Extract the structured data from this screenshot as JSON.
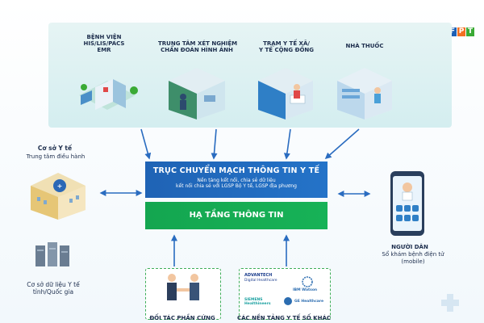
{
  "logo": {
    "letters": [
      "F",
      "P",
      "T"
    ],
    "colors": [
      "#1d5fb4",
      "#f36f21",
      "#3aaa35"
    ]
  },
  "top_nodes": [
    {
      "label": "BỆNH VIỆN\nHIS/LIS/PACS\nEMR"
    },
    {
      "label": "TRUNG TÂM XÉT NGHIỆM\nCHẨN ĐOÁN HÌNH ẢNH"
    },
    {
      "label": "TRẠM Y TẾ XÃ/\nY TẾ CỘNG ĐỒNG"
    },
    {
      "label": "NHÀ THUỐC"
    }
  ],
  "center": {
    "title": "TRỤC CHUYỂN MẠCH THÔNG TIN Y TẾ",
    "line1": "Nền tảng kết nối, chia sẻ dữ liệu",
    "line2": "kết nối chia sẻ với LGSP Bộ Y tế, LGSP địa phương",
    "infra": "HẠ TẦNG THÔNG TIN"
  },
  "left_top": {
    "title": "Cơ sở Y tế",
    "subtitle": "Trung tâm điều hành"
  },
  "left_bottom": {
    "label": "Cơ sở dữ liệu Y tế\ntỉnh/Quốc gia"
  },
  "right": {
    "title": "NGƯỜI DÂN",
    "subtitle": "Sổ khám bệnh điện tử\n(mobile)"
  },
  "bottom_left": {
    "label": "ĐỐI TÁC PHẦN CỨNG"
  },
  "bottom_right": {
    "label": "CÁC NỀN TẢNG Y TẾ SỐ KHÁC",
    "partners": [
      "ADVANTECH",
      "Digital Healthcare",
      "IBM Watson",
      "SIEMENS Healthineers",
      "GE Healthcare"
    ]
  }
}
